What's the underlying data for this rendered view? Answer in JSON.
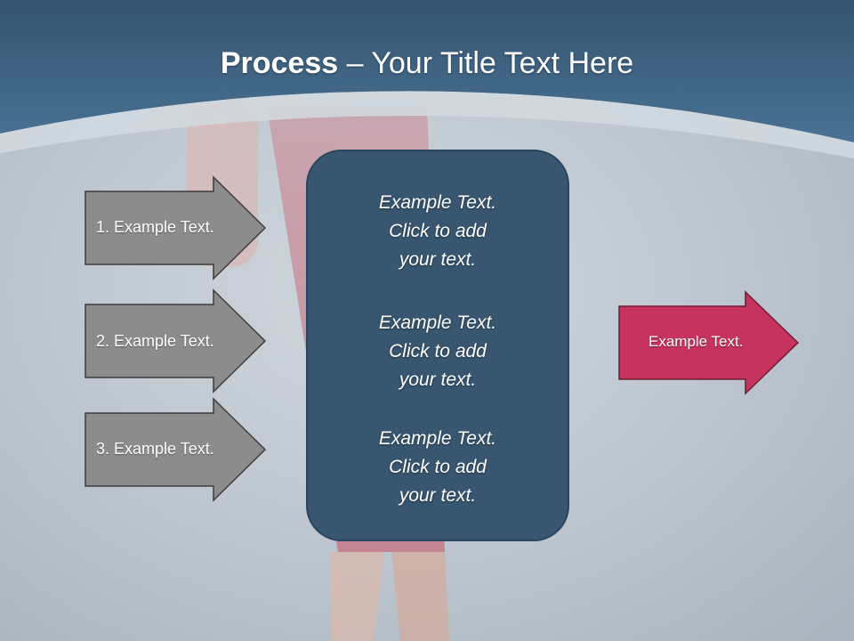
{
  "slide": {
    "title_bold": "Process",
    "title_rest": " – Your Title Text Here"
  },
  "left_arrows": [
    {
      "label": "1. Example Text."
    },
    {
      "label": "2. Example Text."
    },
    {
      "label": "3. Example Text."
    }
  ],
  "center_blocks": [
    {
      "line1": "Example Text.",
      "line2": "Click  to add",
      "line3": "your text."
    },
    {
      "line1": "Example Text.",
      "line2": "Click  to add",
      "line3": "your text."
    },
    {
      "line1": "Example Text.",
      "line2": "Click  to add",
      "line3": "your text."
    }
  ],
  "right_arrow": {
    "label": "Example Text."
  },
  "colors": {
    "header": "#3f6585",
    "arrow_gray": "#8c8c8c",
    "center_box": "#38566f",
    "accent_pink": "#c5335e"
  }
}
